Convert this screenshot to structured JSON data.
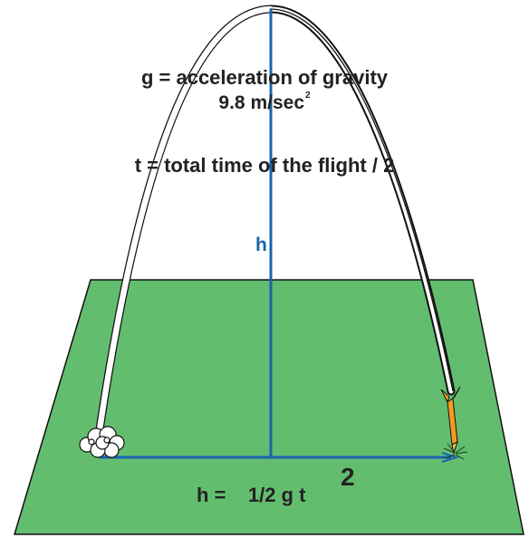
{
  "annotations": {
    "gravity_definition": "g = acceleration of gravity",
    "gravity_value": "9.8 m/sec",
    "gravity_value_exponent": "2",
    "time_definition": "t = total time of the flight / 2",
    "height_label": "h",
    "formula": "h =    1/2 g t",
    "formula_exponent": "2"
  },
  "colors": {
    "ground": "#63bd6f",
    "measure_line": "#1a64b0",
    "rocket_body": "#f39a1f",
    "text": "#222222"
  },
  "icons": [
    "smoke-cloud-icon",
    "rocket-icon",
    "grass-tuft-icon"
  ]
}
